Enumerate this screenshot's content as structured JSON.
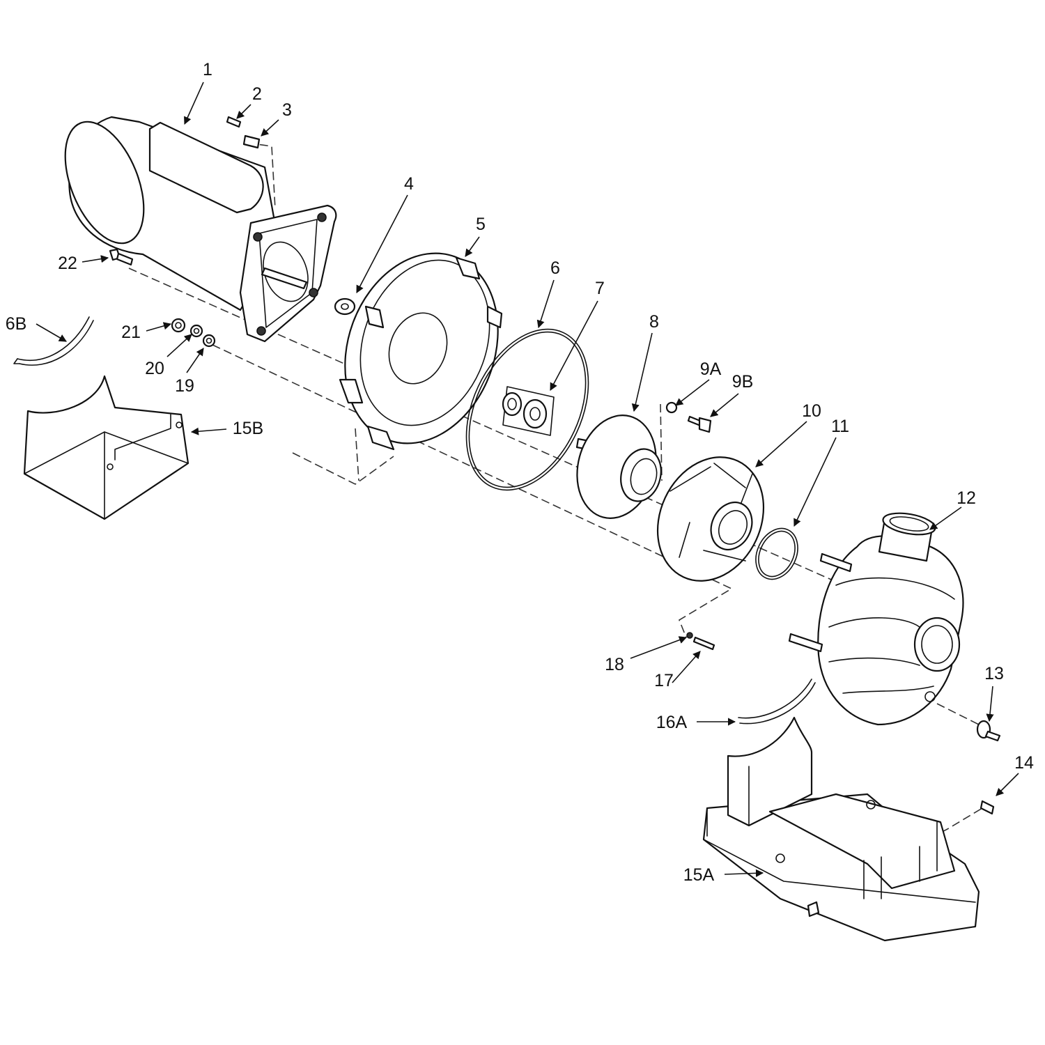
{
  "diagram": {
    "callouts": {
      "c1": "1",
      "c2": "2",
      "c3": "3",
      "c4": "4",
      "c5": "5",
      "c6": "6",
      "c7": "7",
      "c8": "8",
      "c9a": "9A",
      "c9b": "9B",
      "c10": "10",
      "c11": "11",
      "c12": "12",
      "c13": "13",
      "c14": "14",
      "c15a": "15A",
      "c15b": "15B",
      "c16a": "16A",
      "c17": "17",
      "c18": "18",
      "c19": "19",
      "c20": "20",
      "c21": "21",
      "c22": "22",
      "c6b": "6B"
    }
  }
}
